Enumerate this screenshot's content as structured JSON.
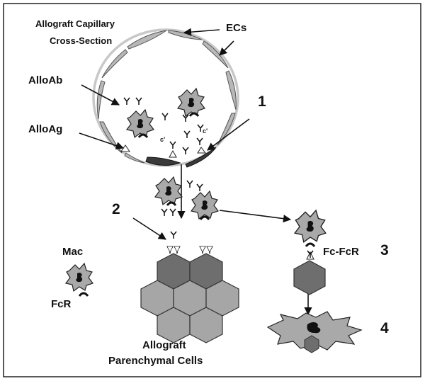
{
  "labels": {
    "capillary_line1": "Allograft Capillary",
    "capillary_line2": "Cross-Section",
    "ecs": "ECs",
    "alloab": "AlloAb",
    "alloag": "AlloAg",
    "mac": "Mac",
    "fcr": "FcR",
    "fc_fcr": "Fc-FcR",
    "parenchymal_line1": "Allograft",
    "parenchymal_line2": "Parenchymal Cells",
    "complement_1": "c'",
    "complement_2": "c'"
  },
  "steps": {
    "step1": "1",
    "step2": "2",
    "step3": "3",
    "step4": "4"
  },
  "colors": {
    "endothelial_cell": "#b8b8b8",
    "capillary_outline": "#c8c8c8",
    "macrophage": "#a9a9a9",
    "hexagon_dark": "#6e6e6e",
    "hexagon_light": "#a6a6a6",
    "damaged_ec": "#3a3a3a",
    "border": "#222222"
  }
}
